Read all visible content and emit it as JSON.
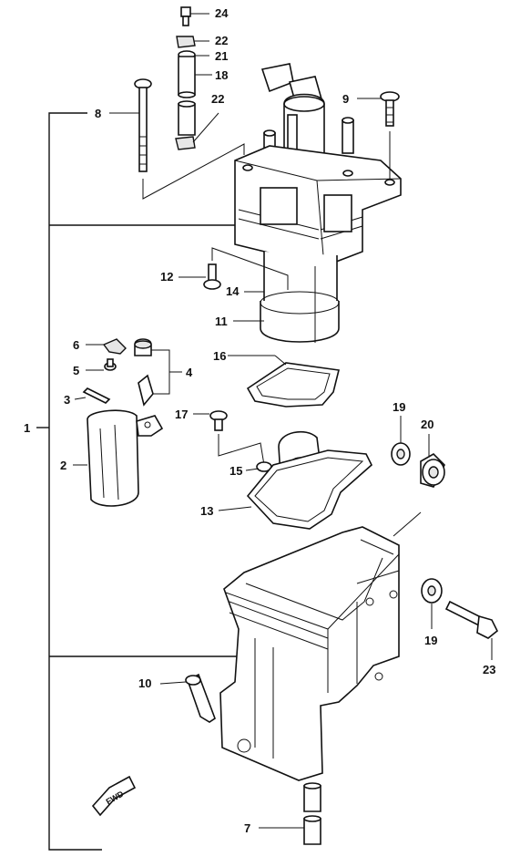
{
  "callouts": [
    {
      "id": "p24",
      "label": "24"
    },
    {
      "id": "p22a",
      "label": "22"
    },
    {
      "id": "p21",
      "label": "21"
    },
    {
      "id": "p18",
      "label": "18"
    },
    {
      "id": "p22b",
      "label": "22"
    },
    {
      "id": "p8",
      "label": "8"
    },
    {
      "id": "p9",
      "label": "9"
    },
    {
      "id": "p12",
      "label": "12"
    },
    {
      "id": "p14",
      "label": "14"
    },
    {
      "id": "p11",
      "label": "11"
    },
    {
      "id": "p6",
      "label": "6"
    },
    {
      "id": "p5",
      "label": "5"
    },
    {
      "id": "p4",
      "label": "4"
    },
    {
      "id": "p3",
      "label": "3"
    },
    {
      "id": "p16",
      "label": "16"
    },
    {
      "id": "p1",
      "label": "1"
    },
    {
      "id": "p2",
      "label": "2"
    },
    {
      "id": "p17",
      "label": "17"
    },
    {
      "id": "p19a",
      "label": "19"
    },
    {
      "id": "p20",
      "label": "20"
    },
    {
      "id": "p15",
      "label": "15"
    },
    {
      "id": "p13",
      "label": "13"
    },
    {
      "id": "p19b",
      "label": "19"
    },
    {
      "id": "p23",
      "label": "23"
    },
    {
      "id": "p10",
      "label": "10"
    },
    {
      "id": "p7",
      "label": "7"
    }
  ],
  "direction_marker": {
    "label": "FWD",
    "icon": "fwd-arrow-icon"
  }
}
